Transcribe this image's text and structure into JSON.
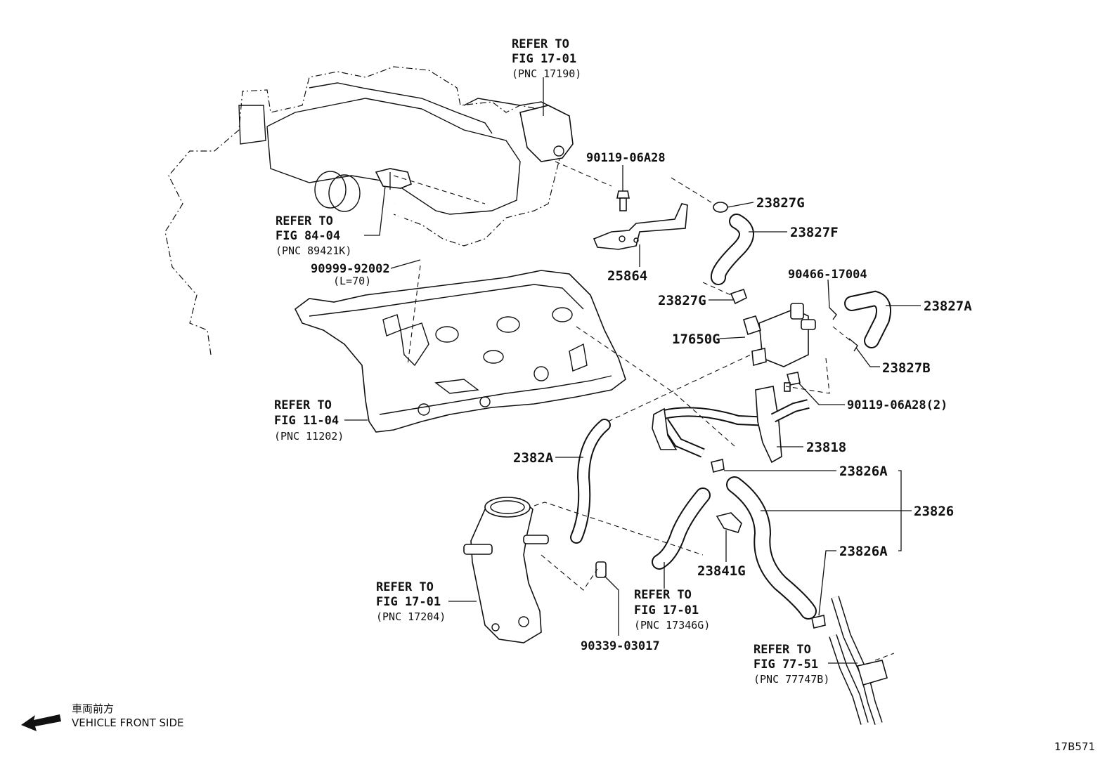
{
  "refer_notes": {
    "fig_17_01_top": {
      "l1": "REFER TO",
      "l2": "FIG 17-01",
      "l3": "(PNC 17190)"
    },
    "fig_84_04": {
      "l1": "REFER TO",
      "l2": "FIG 84-04",
      "l3": "(PNC 89421K)"
    },
    "fig_11_04": {
      "l1": "REFER TO",
      "l2": "FIG 11-04",
      "l3": "(PNC 11202)"
    },
    "fig_17_01_left": {
      "l1": "REFER TO",
      "l2": "FIG 17-01",
      "l3": "(PNC 17204)"
    },
    "fig_17_01_mid": {
      "l1": "REFER TO",
      "l2": "FIG 17-01",
      "l3": "(PNC 17346G)"
    },
    "fig_77_51": {
      "l1": "REFER TO",
      "l2": "FIG 77-51",
      "l3": "(PNC 77747B)"
    }
  },
  "parts": {
    "p90999": "90999-92002",
    "p90999_len": "(L=70)",
    "p90119_top": "90119-06A28",
    "p25864": "25864",
    "p23827G_top": "23827G",
    "p23827F": "23827F",
    "p23827G_mid": "23827G",
    "p90466": "90466-17004",
    "p23827A": "23827A",
    "p17650G": "17650G",
    "p23827B": "23827B",
    "p90119_2": "90119-06A28(2)",
    "p23818": "23818",
    "p2382A": "2382A",
    "p23826A_top": "23826A",
    "p23826": "23826",
    "p23841G": "23841G",
    "p23826A_bot": "23826A",
    "p90339": "90339-03017"
  },
  "footer": {
    "jp_label": "車両前方",
    "en_label": "VEHICLE FRONT SIDE",
    "figure_code": "17B571"
  }
}
